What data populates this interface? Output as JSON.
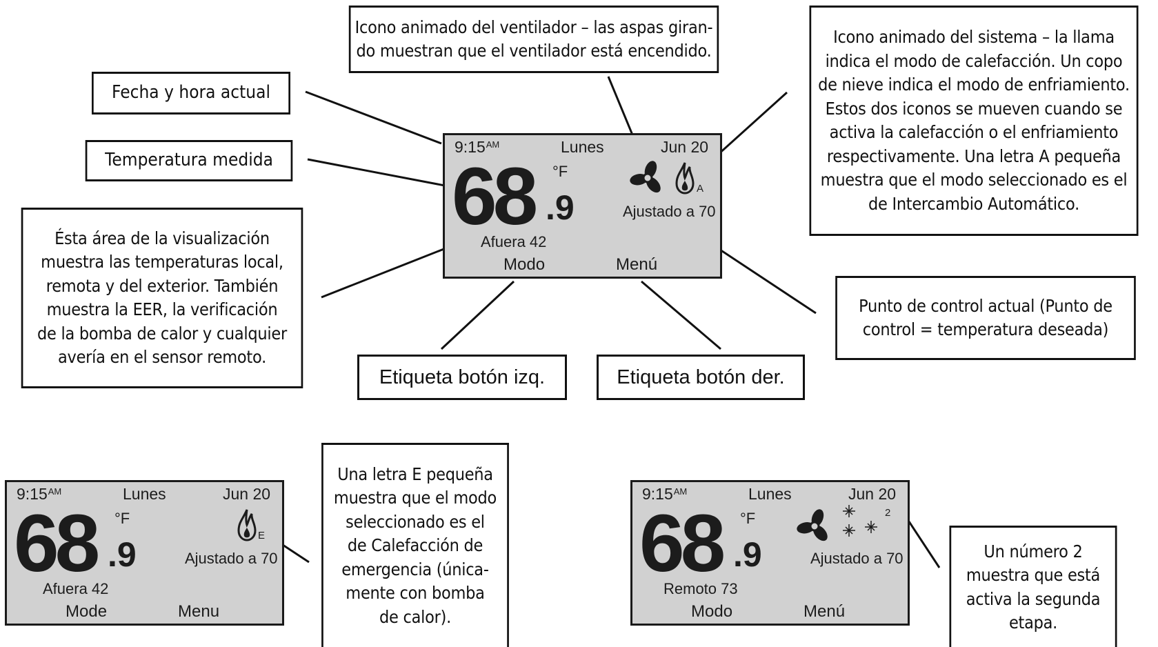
{
  "callouts": {
    "fan": [
      "Icono animado del ventilador – las aspas giran-",
      "do muestran que el ventilador está encendido."
    ],
    "system": [
      "Icono animado del sistema – la llama",
      "indica el modo de calefacción. Un copo",
      "de nieve indica el modo de enfriamiento.",
      "Estos dos iconos se mueven cuando se",
      "activa la calefacción o el enfriamiento",
      "respectivamente. Una letra A pequeña",
      "muestra que el modo seleccionado es el",
      "de Intercambio Automático."
    ],
    "datetime": [
      "Fecha y hora actual"
    ],
    "measured": [
      "Temperatura medida"
    ],
    "area": [
      "Ésta área de la visualización",
      "muestra las temperaturas local,",
      "remota y del exterior. También",
      "muestra la EER, la verificación",
      "de la bomba de calor y cualquier",
      "avería en el sensor remoto."
    ],
    "setpoint": [
      "Punto de control actual (Punto de",
      "control = temperatura deseada)"
    ],
    "left_btn": [
      "Etiqueta botón izq."
    ],
    "right_btn": [
      "Etiqueta botón der."
    ],
    "emergency": [
      "Una letra E pequeña",
      "muestra que el modo",
      "seleccionado es el",
      "de Calefacción de",
      "emergencia (única-",
      "mente con bomba",
      "de calor)."
    ],
    "stage": [
      "Un número 2",
      "muestra que está",
      "activa la segunda",
      "etapa."
    ]
  },
  "screens": {
    "main": {
      "time": "9:15",
      "ampm": "AM",
      "day": "Lunes",
      "date": "Jun 20",
      "temp_whole": "68",
      "temp_decimal": ".9",
      "unit": "°F",
      "mode_letter": "A",
      "setpoint": "Ajustado a 70",
      "secondary": "Afuera 42",
      "left_button": "Modo",
      "right_button": "Menú",
      "icons": [
        "fan-icon",
        "flame-icon"
      ]
    },
    "emergency": {
      "time": "9:15",
      "ampm": "AM",
      "day": "Lunes",
      "date": "Jun 20",
      "temp_whole": "68",
      "temp_decimal": ".9",
      "unit": "°F",
      "mode_letter": "E",
      "setpoint": "Ajustado a 70",
      "secondary": "Afuera 42",
      "left_button": "Mode",
      "right_button": "Menu",
      "icons": [
        "flame-icon"
      ]
    },
    "stage2": {
      "time": "9:15",
      "ampm": "AM",
      "day": "Lunes",
      "date": "Jun 20",
      "temp_whole": "68",
      "temp_decimal": ".9",
      "unit": "°F",
      "stage_number": "2",
      "setpoint": "Ajustado a 70",
      "secondary": "Remoto 73",
      "left_button": "Modo",
      "right_button": "Menú",
      "icons": [
        "fan-icon",
        "snowflake-icon"
      ]
    }
  },
  "colors": {
    "screen_bg": "#d1d1d1",
    "ink": "#111111"
  }
}
